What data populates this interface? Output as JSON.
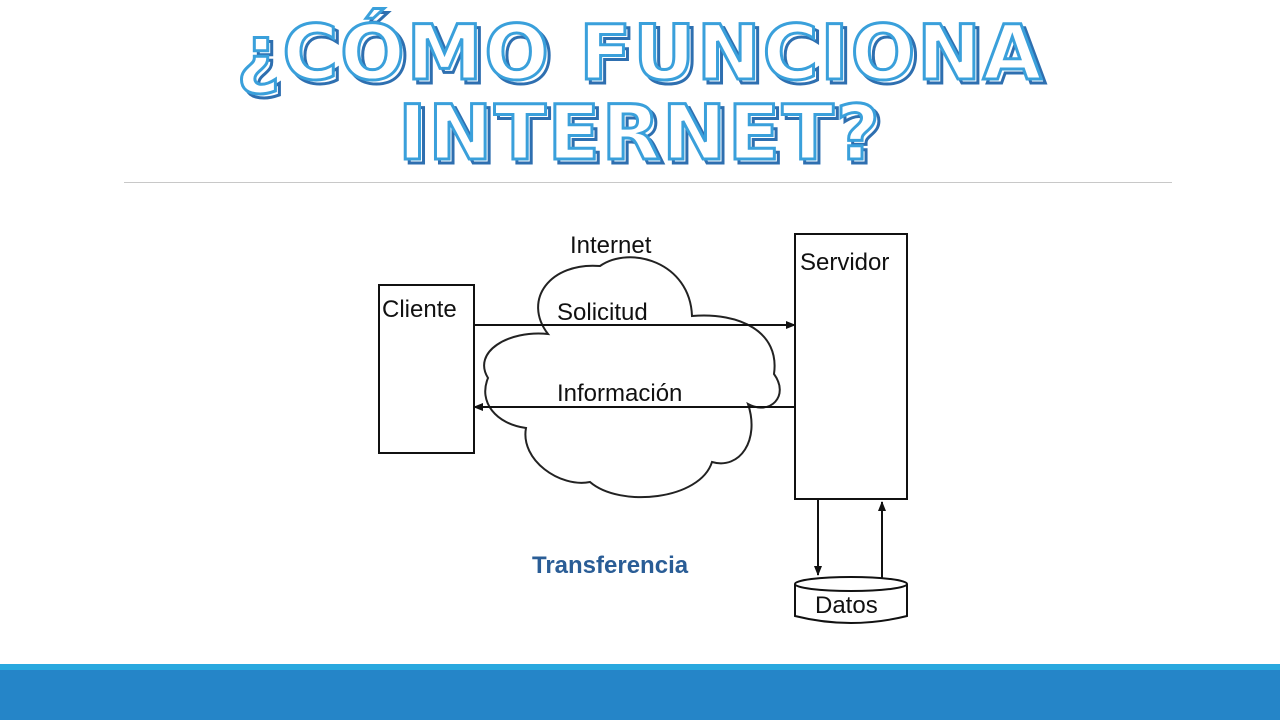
{
  "slide": {
    "title_line1": "¿CÓMO FUNCIONA",
    "title_line2": "INTERNET?",
    "caption": "Transferencia"
  },
  "diagram": {
    "nodes": {
      "client": "Cliente",
      "server": "Servidor",
      "data": "Datos",
      "network": "Internet"
    },
    "edges": {
      "request": "Solicitud",
      "response": "Información"
    }
  },
  "colors": {
    "title_outline": "#3aa0db",
    "title_shadow": "#2e6fb0",
    "caption": "#2a5d96",
    "band_top": "#29a8df",
    "band": "#2585c8"
  }
}
